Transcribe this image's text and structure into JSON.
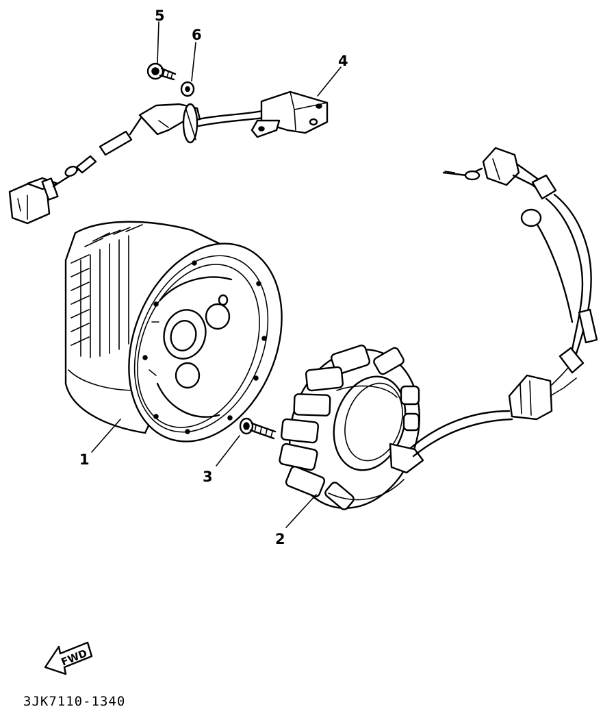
{
  "callouts": [
    {
      "id": "1",
      "text": "1"
    },
    {
      "id": "2",
      "text": "2"
    },
    {
      "id": "3",
      "text": "3"
    },
    {
      "id": "4",
      "text": "4"
    },
    {
      "id": "5",
      "text": "5"
    },
    {
      "id": "6",
      "text": "6"
    }
  ],
  "direction_badge": "FWD",
  "diagram_code": "3JK7110-1340"
}
